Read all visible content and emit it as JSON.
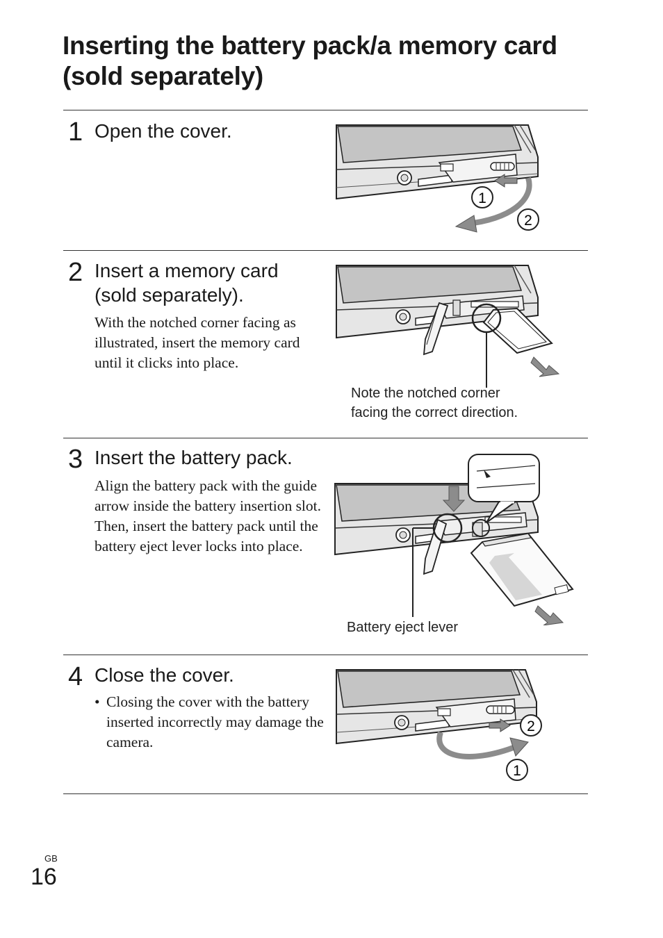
{
  "title": "Inserting the battery pack/a memory card (sold separately)",
  "steps": [
    {
      "number": "1",
      "heading": "Open the cover.",
      "callouts": [
        "1",
        "2"
      ]
    },
    {
      "number": "2",
      "heading": "Insert a memory card (sold separately).",
      "body": "With the notched corner facing as illustrated, insert the memory card until it clicks into place.",
      "caption_line1": "Note the notched corner",
      "caption_line2": "facing the correct direction."
    },
    {
      "number": "3",
      "heading": "Insert the battery pack.",
      "body": "Align the battery pack with the guide arrow inside the battery insertion slot. Then, insert the battery pack until the battery eject lever locks into place.",
      "caption": "Battery eject lever"
    },
    {
      "number": "4",
      "heading": "Close the cover.",
      "bullet_mark": "•",
      "bullet": "Closing the cover with the battery inserted incorrectly may damage the camera.",
      "callouts": [
        "2",
        "1"
      ]
    }
  ],
  "footer": {
    "region": "GB",
    "page": "16"
  },
  "colors": {
    "text": "#1a1a1a",
    "camera_body": "#e6e6e6",
    "screen": "#c4c4c4",
    "arrow": "#8c8c8c"
  },
  "icons": [
    "camera-illustration",
    "memory-card-illustration",
    "battery-illustration",
    "insert-arrow-icon",
    "open-cover-arrow-icon",
    "close-cover-arrow-icon"
  ]
}
